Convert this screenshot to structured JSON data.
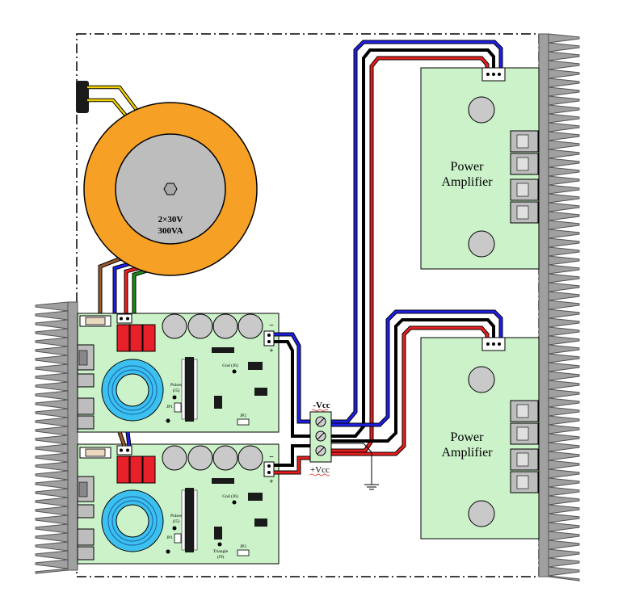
{
  "transformer": {
    "voltage_label": "2×30V",
    "power_label": "300VA"
  },
  "amplifiers": [
    {
      "line1": "Power",
      "line2": "Amplifier"
    },
    {
      "line1": "Power",
      "line2": "Amplifier"
    }
  ],
  "supply_boards": [
    {
      "gnd_label": "Gnd (J6)",
      "pulses_label": "Pulses",
      "pulses_ref": "(J5)",
      "jp1_label": "JP1",
      "jp2_label": "JP2",
      "minus_sign": "−",
      "plus_sign": "+"
    },
    {
      "gnd_label": "Gnd (J6)",
      "pulses_label": "Pulses",
      "pulses_ref": "(J5)",
      "jp1_label": "JP1",
      "jp2_label": "JP2",
      "triangle_label": "Triangle",
      "triangle_ref": "(J9)",
      "minus_sign": "−",
      "plus_sign": "+"
    }
  ],
  "terminal_block": {
    "neg_label": "-Vcc",
    "pos_label": "+Vcc"
  },
  "colors": {
    "board_green": "#cbf2c9",
    "transformer_orange": "#f6a125",
    "transformer_core": "#bdbdbd",
    "heatsink": "#a0a0a0",
    "wire_blue": "#1f1fe6",
    "wire_red": "#e81e1e",
    "wire_black": "#000000",
    "wire_brown": "#9a5a2c",
    "wire_green": "#1a8a1a",
    "wire_yellow": "#f2d200",
    "toroid_blue": "#3cc0f0",
    "relay_red": "#e8202a"
  }
}
